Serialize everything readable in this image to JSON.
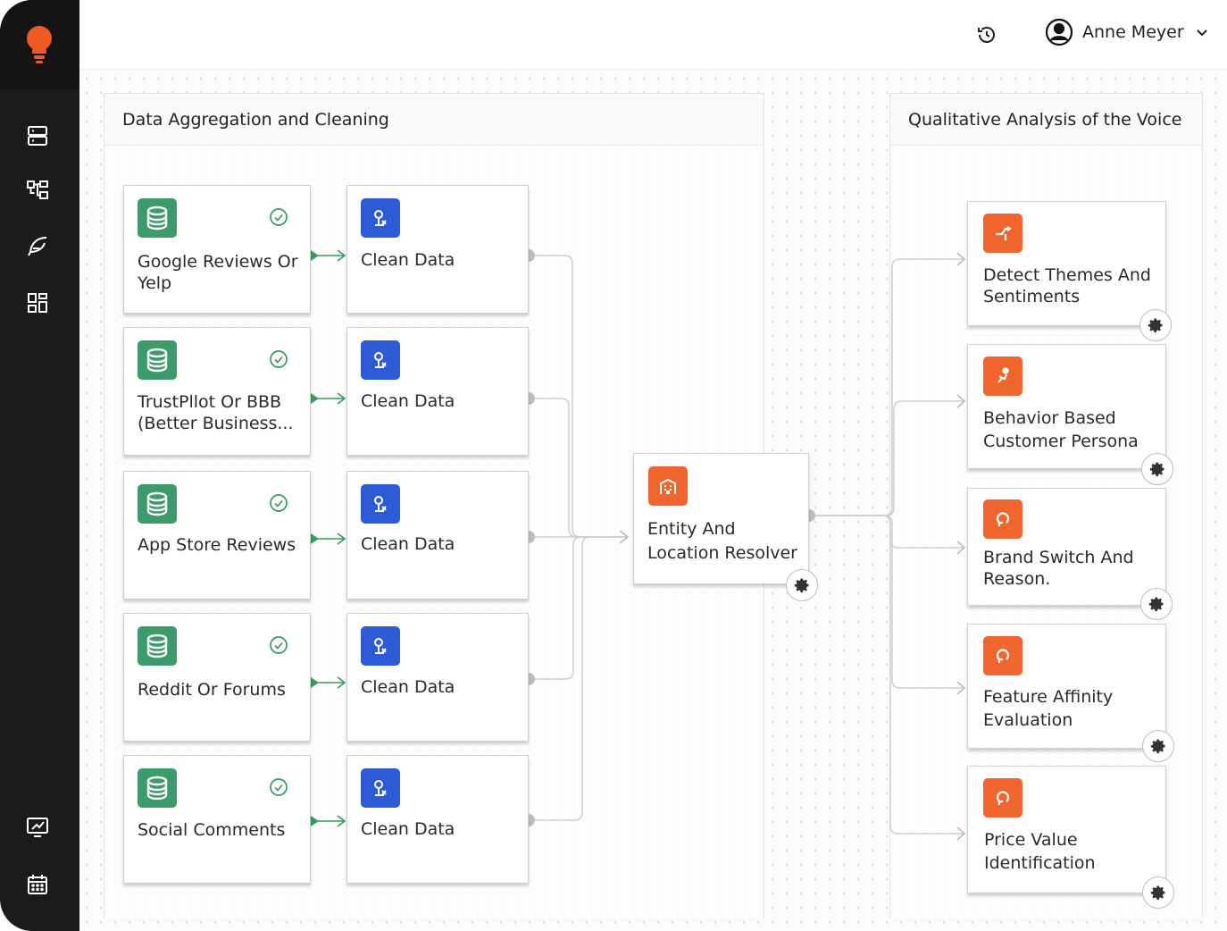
{
  "user": {
    "name": "Anne Meyer"
  },
  "groups": {
    "aggregation": {
      "title": "Data Aggregation and Cleaning"
    },
    "qualitative": {
      "title": "Qualitative Analysis of the Voice"
    }
  },
  "sources": [
    {
      "label": "Google Reviews Or\nYelp"
    },
    {
      "label": "TrustPllot Or BBB\n(Better Business..."
    },
    {
      "label": "App Store Reviews"
    },
    {
      "label": "Reddit Or Forums"
    },
    {
      "label": "Social Comments"
    }
  ],
  "cleaners": [
    {
      "label": "Clean Data"
    },
    {
      "label": "Clean Data"
    },
    {
      "label": "Clean Data"
    },
    {
      "label": "Clean Data"
    },
    {
      "label": "Clean Data"
    }
  ],
  "resolver": {
    "label": "Entity And\nLocation Resolver"
  },
  "analyses": [
    {
      "label": "Detect Themes And\nSentiments"
    },
    {
      "label": "Behavior Based\nCustomer Persona"
    },
    {
      "label": "Brand Switch And\nReason."
    },
    {
      "label": "Feature Affinity\nEvaluation"
    },
    {
      "label": "Price Value\nIdentification"
    }
  ],
  "colors": {
    "sidebar": "#1b1b1b",
    "brand_orange": "#ef5a24",
    "source_green": "#3d9a6a",
    "clean_blue": "#2d5bd6",
    "node_orange": "#f0662e",
    "connector_green": "#3a9a5c"
  }
}
